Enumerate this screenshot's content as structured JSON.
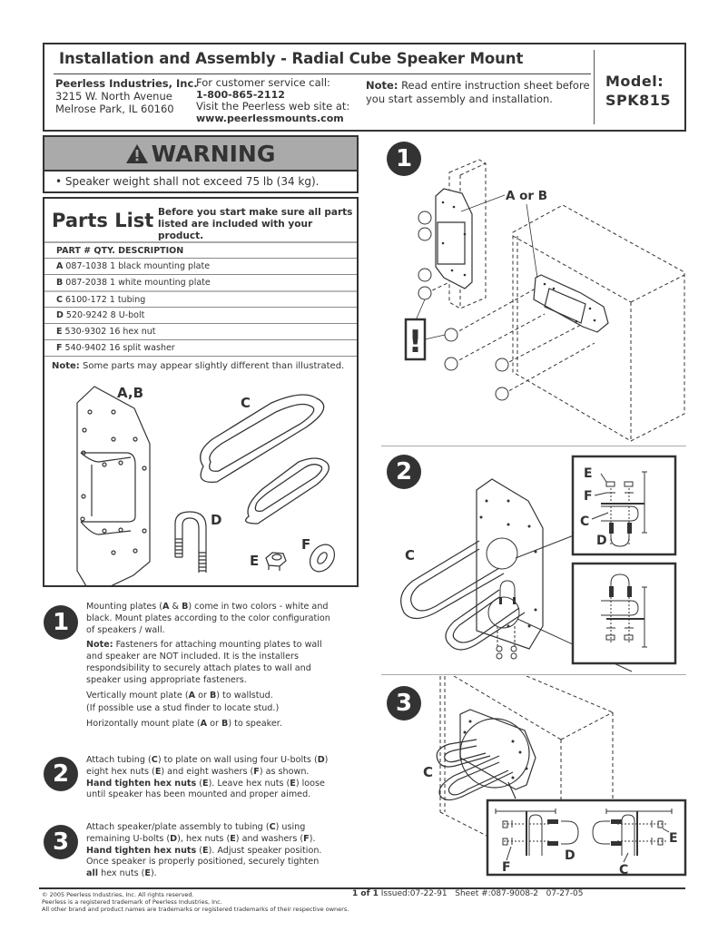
{
  "header": {
    "title": "Installation and Assembly - Radial Cube Speaker Mount",
    "company": {
      "name": "Peerless Industries, Inc.",
      "address_line1": "3215 W. North Avenue",
      "address_line2": "Melrose Park, IL 60160"
    },
    "service": {
      "call_label": "For customer service call:",
      "phone": "1-800-865-2112",
      "web_label": "Visit the Peerless web site at:",
      "website": "www.peerlessmounts.com"
    },
    "note": {
      "label": "Note:",
      "text": "Read entire instruction sheet before you start assembly and installation."
    },
    "model": {
      "label": "Model:",
      "value": "SPK815"
    }
  },
  "warning": {
    "title": "WARNING",
    "icon": "warning-triangle-icon",
    "items": [
      "• Speaker weight shall not exceed 75 lb (34 kg)."
    ]
  },
  "parts_list": {
    "title": "Parts List",
    "subtitle_line1": "Before you start make sure all parts",
    "subtitle_line2": "listed are included with your product.",
    "header": "PART # QTY. DESCRIPTION",
    "rows": [
      {
        "letter": "A",
        "text": "087-1038 1 black mounting plate"
      },
      {
        "letter": "B",
        "text": "087-2038 1 white mounting plate"
      },
      {
        "letter": "C",
        "text": "6100-172 1 tubing"
      },
      {
        "letter": "D",
        "text": "520-9242 8 U-bolt"
      },
      {
        "letter": "E",
        "text": "530-9302 16 hex nut"
      },
      {
        "letter": "F",
        "text": "540-9402 16 split washer"
      }
    ],
    "note_label": "Note:",
    "note_text": "Some parts may appear slightly different than illustrated.",
    "illustration_labels": {
      "ab": "A,B",
      "c": "C",
      "d": "D",
      "e": "E",
      "f": "F"
    }
  },
  "steps": [
    {
      "number": "1",
      "paragraphs": [
        "Mounting plates (A & B) come in two colors - white and black. Mount plates according to the color configuration of speakers / wall.",
        "Note: Fasteners for attaching mounting plates to wall and speaker are NOT included. It is the installers respondsibility to securely attach plates to wall and speaker using appropriate fasteners.",
        "Vertically mount plate (A or B) to wallstud.",
        "(If possible use a stud finder to locate stud.)",
        "Horizontally mount plate (A or B) to speaker."
      ]
    },
    {
      "number": "2",
      "paragraphs": [
        "Attach tubing (C) to plate on wall using four U-bolts (D) eight hex nuts (E) and eight washers (F) as shown. Hand tighten hex nuts (E). Leave hex nuts (E) loose until speaker has been mounted and proper aimed."
      ]
    },
    {
      "number": "3",
      "paragraphs": [
        "Attach speaker/plate assembly to tubing (C) using remaining U-bolts (D), hex nuts (E) and washers (F). Hand tighten hex nuts (E). Adjust speaker position. Once speaker is properly positioned, securely tighten all hex nuts (E)."
      ]
    }
  ],
  "figures": {
    "fig1": {
      "number": "1",
      "label": "A or B",
      "alert": "!"
    },
    "fig2": {
      "number": "2",
      "labels": {
        "c_main": "C",
        "e": "E",
        "f": "F",
        "c": "C",
        "d": "D"
      }
    },
    "fig3": {
      "number": "3",
      "labels": {
        "c_main": "C",
        "f": "F",
        "d": "D",
        "e": "E",
        "c": "C"
      }
    }
  },
  "footer": {
    "copyright": "© 2005 Peerless Industries, Inc. All rights reserved.",
    "trademark1": "Peerless is a registered trademark of Peerless Industries, Inc.",
    "trademark2": "All other brand and product names are trademarks or registered trademarks of their respective owners.",
    "page": "1 of 1",
    "issued": "Issued:07-22-91",
    "sheet": "Sheet #:087-9008-2",
    "date": "07-27-05"
  }
}
